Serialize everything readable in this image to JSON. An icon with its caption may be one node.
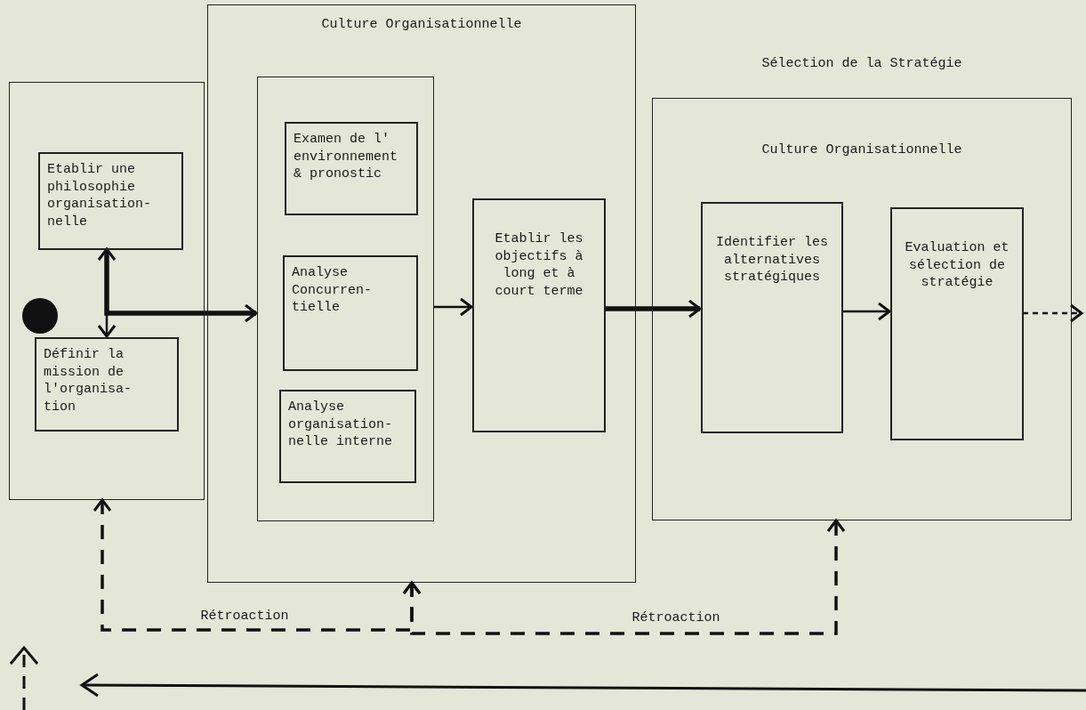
{
  "diagram": {
    "nodes": [
      {
        "text": [],
        "shape": "box"
      },
      {
        "text": [
          "Etablir une philosophie organisation- nelle"
        ],
        "in": 0
      },
      {
        "text": [
          "Définir la mission de l'organisa- tion"
        ],
        "in": 0
      },
      {
        "text": [
          "Culture Organisationnelle"
        ]
      },
      {
        "text": [],
        "shape": "box",
        "in": 3
      },
      {
        "text": [
          "Examen de l' environnement & pronostic"
        ],
        "in": 4
      },
      {
        "text": [
          "Analyse Concurren- tielle"
        ],
        "in": 4
      },
      {
        "text": [
          "Analyse organisation- nelle interne"
        ],
        "in": 4
      },
      {
        "text": [
          "Etablir les objectifs à long et à court terme"
        ],
        "in": 3
      },
      {
        "text": [
          "Sélection de la Stratégie",
          "Culture Organisationnelle"
        ]
      },
      {
        "text": [
          "Identifier les alternatives stratégiques"
        ],
        "in": 9
      },
      {
        "text": [
          "Evaluation et sélection de stratégie"
        ],
        "in": 9
      }
    ],
    "edges": [
      {
        "from": 1,
        "to": 2,
        "arrow": "both"
      },
      {
        "from": 1,
        "to": 4,
        "arrow": "to",
        "style": "thick"
      },
      {
        "from": 4,
        "to": 8,
        "arrow": "to"
      },
      {
        "from": 8,
        "to": 10,
        "arrow": "to",
        "style": "thick"
      },
      {
        "from": 10,
        "to": 11,
        "arrow": "to"
      },
      {
        "from": 11,
        "to": null,
        "arrow": "to",
        "style": "dashed"
      },
      {
        "from": 0,
        "to": 3,
        "arrow": "both",
        "style": "dashed",
        "label": "Rétroaction"
      },
      {
        "from": 3,
        "to": 9,
        "arrow": "both",
        "style": "dashed",
        "label": "Rétroaction"
      }
    ]
  }
}
